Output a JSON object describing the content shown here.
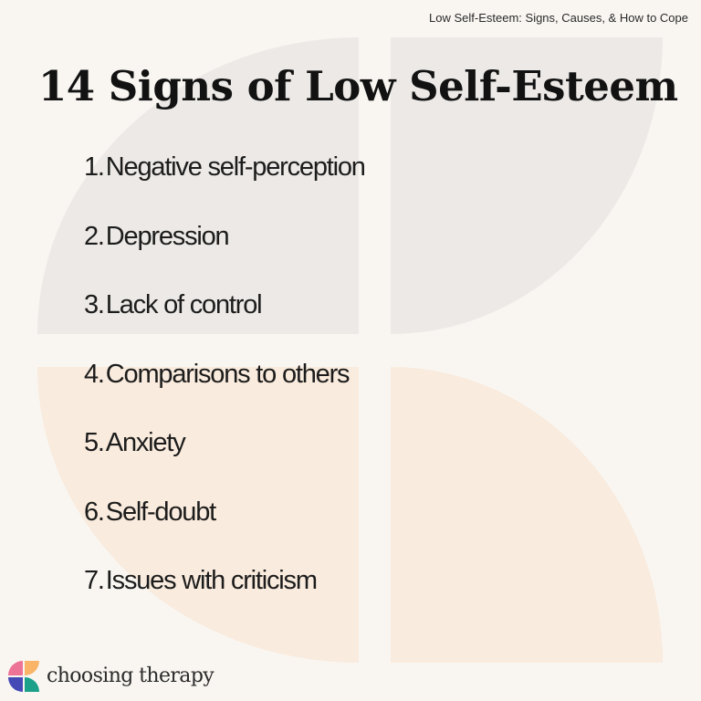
{
  "header": {
    "caption": "Low Self-Esteem: Signs, Causes, & How to Cope"
  },
  "title": "14 Signs of Low Self-Esteem",
  "signs": [
    {
      "num": "1.",
      "label": "Negative self-perception"
    },
    {
      "num": "2.",
      "label": "Depression"
    },
    {
      "num": "3.",
      "label": "Lack of control"
    },
    {
      "num": "4.",
      "label": "Comparisons to others"
    },
    {
      "num": "5.",
      "label": "Anxiety"
    },
    {
      "num": "6.",
      "label": "Self-doubt"
    },
    {
      "num": "7.",
      "label": "Issues with criticism"
    }
  ],
  "brand": {
    "name": "choosing therapy",
    "icon": "choosing-therapy-logo-icon",
    "colors": {
      "pink": "#EC7396",
      "orange": "#F9B468",
      "blue": "#4549B6",
      "teal": "#1BA08A"
    }
  },
  "colors": {
    "background": "#F9F6F2",
    "gray_quadrant": "#ECE9E6",
    "peach_quadrant": "#F9EBDD",
    "text": "#121212"
  }
}
